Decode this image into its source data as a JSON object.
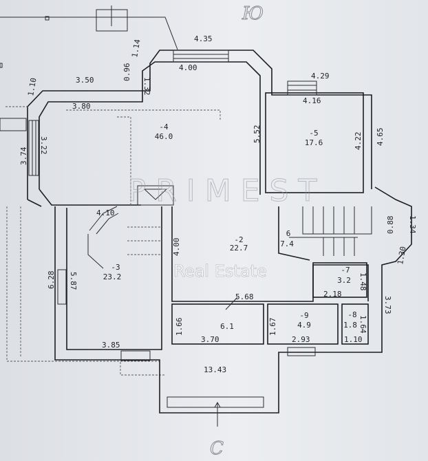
{
  "plan": {
    "north_mark": "Ю",
    "south_mark": "С",
    "watermark": {
      "brand": "PRIMEST",
      "subtitle": "Real Estate"
    },
    "rooms": [
      {
        "number": "-4",
        "area": "46.0"
      },
      {
        "number": "-5",
        "area": "17.6"
      },
      {
        "number": "-3",
        "area": "23.2"
      },
      {
        "number": "-2",
        "area": "22.7"
      },
      {
        "number": "6",
        "area": "7.4"
      },
      {
        "number": "-7",
        "area": "3.2"
      },
      {
        "number": "",
        "area": "6.1"
      },
      {
        "number": "-9",
        "area": "4.9"
      },
      {
        "number": "-8",
        "area": "1.8"
      }
    ],
    "dimensions": {
      "d435": "4.35",
      "d400a": "4.00",
      "d114": "1.14",
      "d096": "0.96",
      "d132": "1.32",
      "d350": "3.50",
      "d110a": "1.10",
      "d380": "3.80",
      "d374": "3.74",
      "d322": "3.22",
      "d552": "5.52",
      "d429": "4.29",
      "d416": "4.16",
      "d422": "4.22",
      "d465": "4.65",
      "d410": "4.10",
      "d587": "5.87",
      "d628": "6.28",
      "d400b": "4.00",
      "d088": "0.88",
      "d134": "1.34",
      "d130": "1.30",
      "d148": "1.48",
      "d218": "2.18",
      "d373": "3.73",
      "d568": "5.68",
      "d166": "1.66",
      "d167": "1.67",
      "d164": "1.64",
      "d110b": "1.10",
      "d293": "2.93",
      "d385": "3.85",
      "d370": "3.70",
      "d1343": "13.43"
    }
  }
}
